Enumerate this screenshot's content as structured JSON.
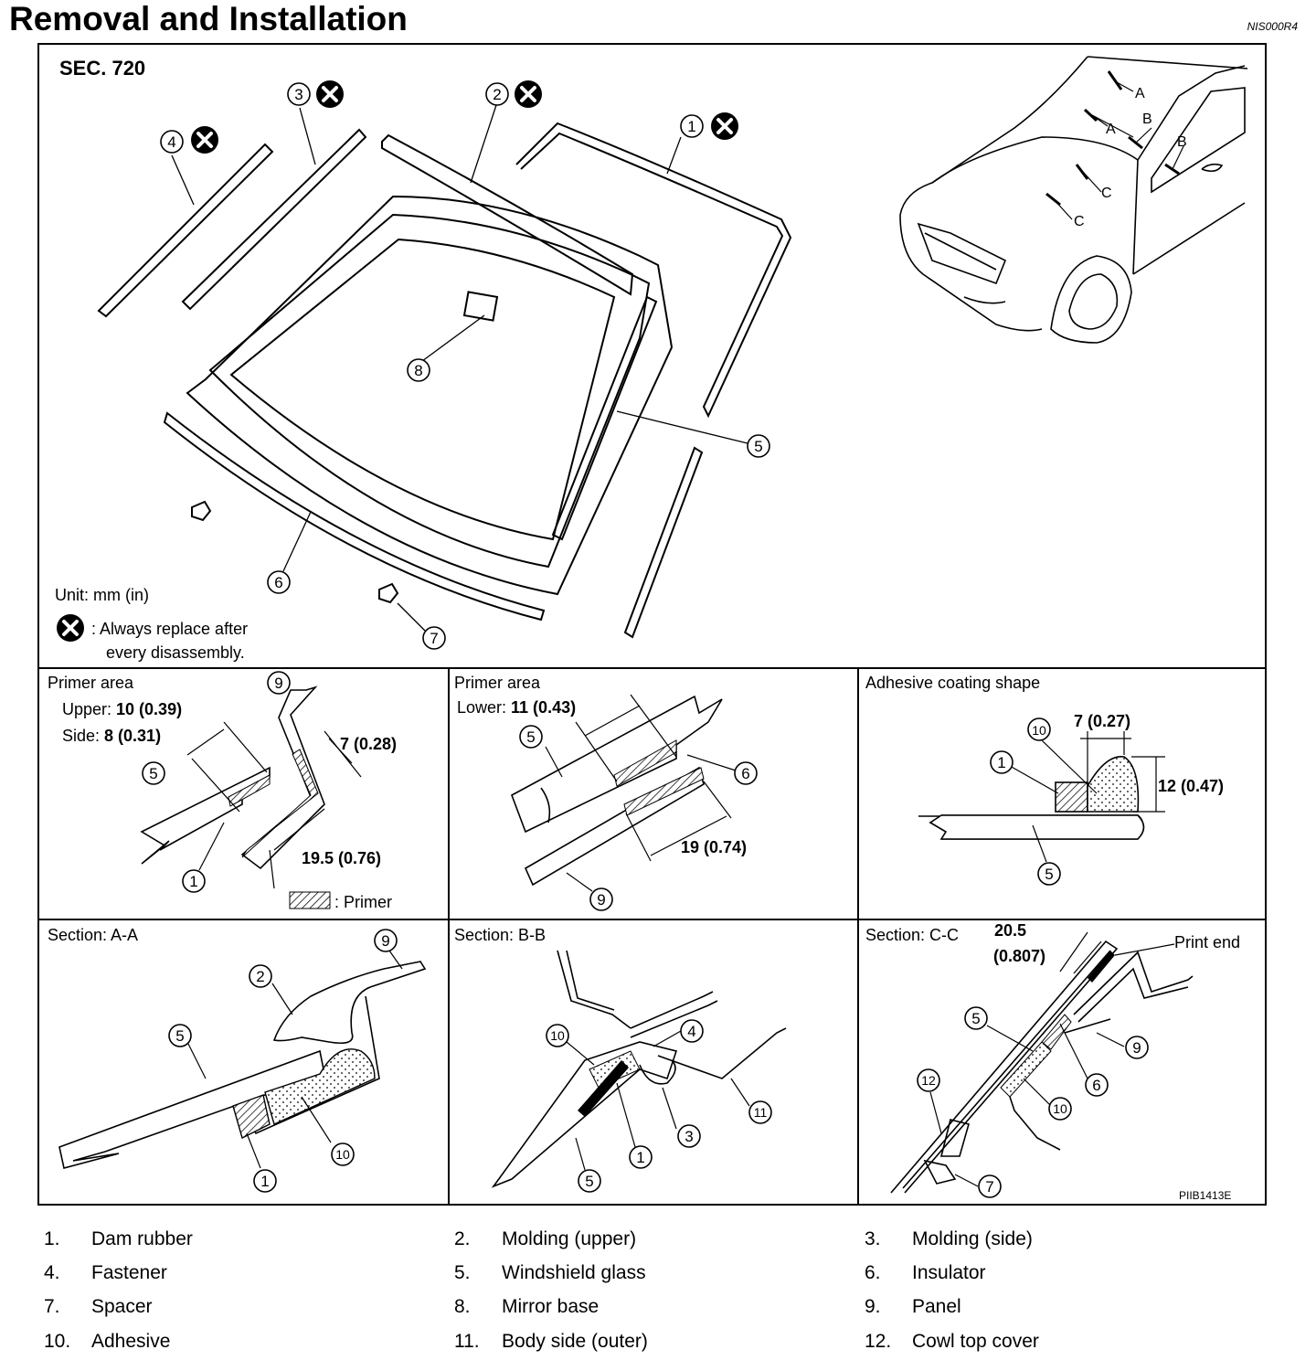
{
  "page": {
    "title": "Removal and Installation",
    "doc_code": "NIS000R4",
    "figure_code": "PIIB1413E"
  },
  "main_view": {
    "section": "SEC. 720",
    "unit_note": "Unit: mm (in)",
    "replace_note_line1": ": Always replace after",
    "replace_note_line2": "every disassembly.",
    "car_labels": [
      "A",
      "A",
      "B",
      "B",
      "C",
      "C"
    ]
  },
  "panels": {
    "primer_upper": {
      "title": "Primer area",
      "upper": "Upper: ",
      "upper_val": "10 (0.39)",
      "side": "Side: ",
      "side_val": "8 (0.31)",
      "dim1": "7 (0.28)",
      "dim2": "19.5 (0.76)",
      "primer_label": ": Primer"
    },
    "primer_lower": {
      "title": "Primer area",
      "lower": "Lower: ",
      "lower_val": "11 (0.43)",
      "dim": "19 (0.74)"
    },
    "adhesive": {
      "title": "Adhesive coating shape",
      "width": "7 (0.27)",
      "height": "12 (0.47)"
    },
    "section_a": {
      "title": "Section: A-A"
    },
    "section_b": {
      "title": "Section: B-B"
    },
    "section_c": {
      "title": "Section: C-C",
      "dim_line1": "20.5",
      "dim_line2": "(0.807)",
      "print_end": "Print end"
    }
  },
  "legend": [
    {
      "num": "1.",
      "label": "Dam rubber"
    },
    {
      "num": "2.",
      "label": "Molding (upper)"
    },
    {
      "num": "3.",
      "label": "Molding (side)"
    },
    {
      "num": "4.",
      "label": "Fastener"
    },
    {
      "num": "5.",
      "label": "Windshield glass"
    },
    {
      "num": "6.",
      "label": "Insulator"
    },
    {
      "num": "7.",
      "label": "Spacer"
    },
    {
      "num": "8.",
      "label": "Mirror base"
    },
    {
      "num": "9.",
      "label": "Panel"
    },
    {
      "num": "10.",
      "label": "Adhesive"
    },
    {
      "num": "11.",
      "label": "Body side (outer)"
    },
    {
      "num": "12.",
      "label": "Cowl top cover"
    }
  ],
  "callout_numbers": [
    "1",
    "2",
    "3",
    "4",
    "5",
    "6",
    "7",
    "8",
    "9",
    "10",
    "11",
    "12"
  ]
}
